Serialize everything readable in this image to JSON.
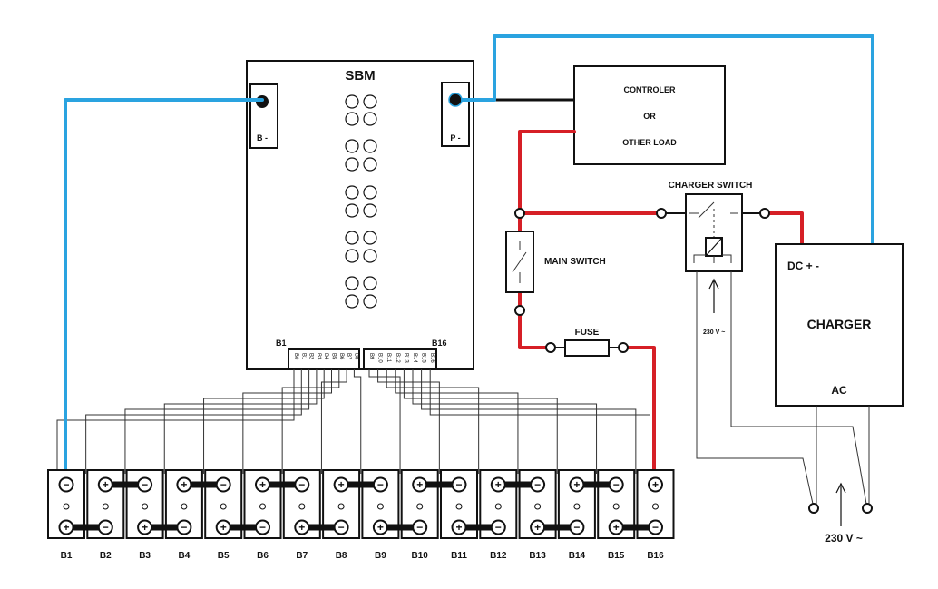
{
  "colors": {
    "positive": "#d61f26",
    "negative": "#2aa3e0",
    "wire": "#111111"
  },
  "sbm": {
    "title": "SBM",
    "b_minus": "B -",
    "p_minus": "P -",
    "bal_first": "B1",
    "bal_last": "B16"
  },
  "balance_pins": [
    "B0",
    "B1",
    "B2",
    "B3",
    "B4",
    "B5",
    "B6",
    "B7",
    "B8",
    "B9",
    "B10",
    "B11",
    "B12",
    "B13",
    "B14",
    "B15",
    "B16"
  ],
  "controller": {
    "line1": "CONTROLER",
    "line2": "OR",
    "line3": "OTHER LOAD"
  },
  "charger_switch": {
    "label": "CHARGER SWITCH",
    "coil_voltage": "230 V ~"
  },
  "main_switch": {
    "label": "MAIN SWITCH"
  },
  "fuse": {
    "label": "FUSE"
  },
  "charger": {
    "dc": "DC  +  -",
    "name": "CHARGER",
    "ac": "AC"
  },
  "mains": {
    "label": "230 V ~"
  },
  "cells": [
    "B1",
    "B2",
    "B3",
    "B4",
    "B5",
    "B6",
    "B7",
    "B8",
    "B9",
    "B10",
    "B11",
    "B12",
    "B13",
    "B14",
    "B15",
    "B16"
  ],
  "plus_sign": "+",
  "minus_sign": "−"
}
